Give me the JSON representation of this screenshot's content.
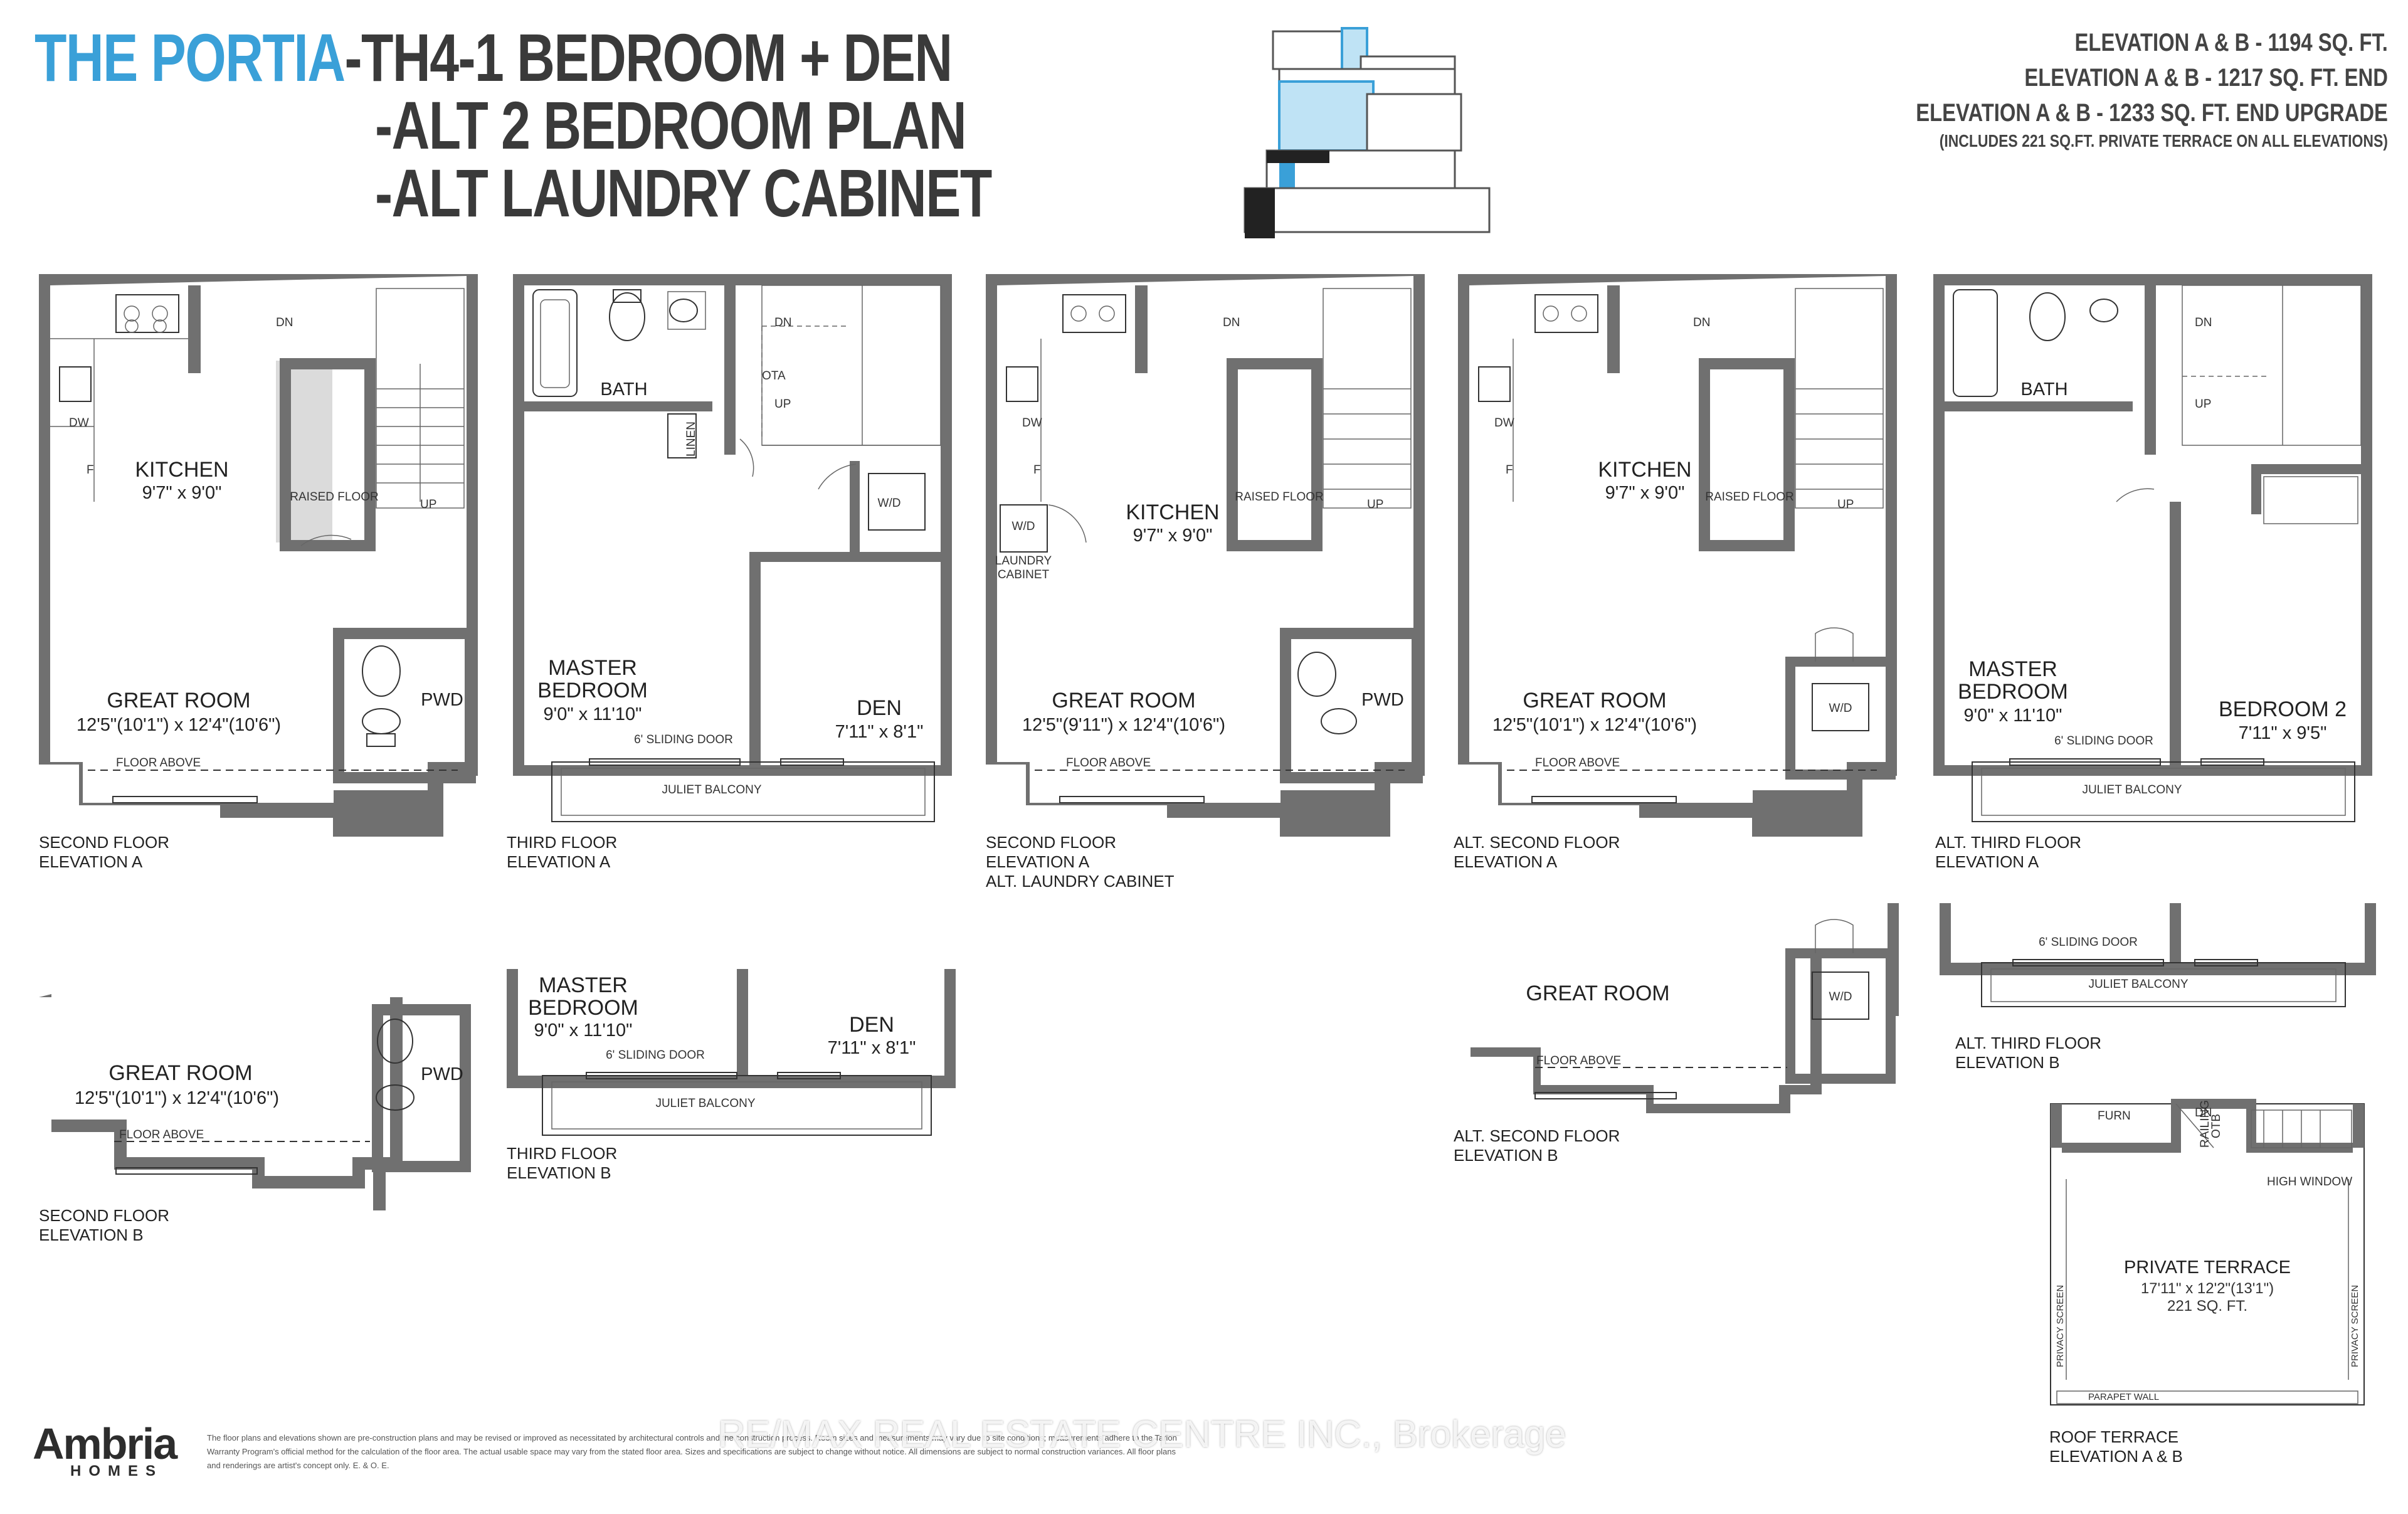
{
  "header": {
    "brand": "THE PORTIA",
    "model": "-TH4-",
    "line1": "1 BEDROOM + DEN",
    "line2": "-ALT 2 BEDROOM PLAN",
    "line3": "-ALT LAUNDRY CABINET"
  },
  "areas": {
    "a": "ELEVATION A & B - 1194 SQ. FT.",
    "b": "ELEVATION A & B - 1217 SQ. FT. END",
    "c": "ELEVATION A & B - 1233 SQ. FT. END UPGRADE",
    "note": "(INCLUDES 221 SQ.FT. PRIVATE TERRACE ON ALL ELEVATIONS)"
  },
  "colors": {
    "brand": "#3aa0d8",
    "wall": "#707070",
    "text": "#222222"
  },
  "plans": {
    "p1": {
      "caption1": "SECOND FLOOR",
      "caption2": "ELEVATION A",
      "kitchen": "KITCHEN",
      "kitchen_dim": "9'7\" x 9'0\"",
      "great": "GREAT ROOM",
      "great_dim": "12'5\"(10'1\") x 12'4\"(10'6\")",
      "pwd": "PWD",
      "raised": "RAISED FLOOR",
      "floor_above": "FLOOR ABOVE",
      "dn": "DN",
      "up": "UP",
      "dw": "DW",
      "f": "F"
    },
    "p2": {
      "caption1": "THIRD FLOOR",
      "caption2": "ELEVATION A",
      "bath": "BATH",
      "linen": "LINEN",
      "wd": "W/D",
      "ota": "OTA",
      "master": "MASTER",
      "bedroom": "BEDROOM",
      "master_dim": "9'0\" x 11'10\"",
      "den": "DEN",
      "den_dim": "7'11\" x 8'1\"",
      "sliding": "6' SLIDING DOOR",
      "juliet": "JULIET BALCONY",
      "dn": "DN",
      "up": "UP"
    },
    "p3": {
      "caption1": "SECOND FLOOR",
      "caption2": "ELEVATION A",
      "caption3": "ALT. LAUNDRY CABINET",
      "kitchen": "KITCHEN",
      "kitchen_dim": "9'7\" x 9'0\"",
      "great": "GREAT ROOM",
      "great_dim": "12'5\"(9'11\") x 12'4\"(10'6\")",
      "pwd": "PWD",
      "raised": "RAISED FLOOR",
      "floor_above": "FLOOR ABOVE",
      "laundry1": "LAUNDRY",
      "laundry2": "CABINET",
      "wd": "W/D",
      "dn": "DN",
      "up": "UP",
      "dw": "DW",
      "f": "F"
    },
    "p4": {
      "caption1": "ALT. SECOND FLOOR",
      "caption2": "ELEVATION A",
      "kitchen": "KITCHEN",
      "kitchen_dim": "9'7\" x 9'0\"",
      "great": "GREAT ROOM",
      "great_dim": "12'5\"(10'1\") x 12'4\"(10'6\")",
      "raised": "RAISED FLOOR",
      "floor_above": "FLOOR ABOVE",
      "wd": "W/D",
      "dn": "DN",
      "up": "UP",
      "dw": "DW",
      "f": "F"
    },
    "p5": {
      "caption1": "ALT. THIRD FLOOR",
      "caption2": "ELEVATION A",
      "bath": "BATH",
      "master": "MASTER",
      "bedroom": "BEDROOM",
      "master_dim": "9'0\" x 11'10\"",
      "bedroom2": "BEDROOM 2",
      "bedroom2_dim": "7'11\" x 9'5\"",
      "sliding": "6' SLIDING DOOR",
      "juliet": "JULIET BALCONY",
      "dn": "DN",
      "up": "UP"
    },
    "p6": {
      "caption1": "SECOND FLOOR",
      "caption2": "ELEVATION B",
      "great": "GREAT ROOM",
      "great_dim": "12'5\"(10'1\") x 12'4\"(10'6\")",
      "pwd": "PWD",
      "floor_above": "FLOOR ABOVE"
    },
    "p7": {
      "caption1": "THIRD FLOOR",
      "caption2": "ELEVATION B",
      "master": "MASTER",
      "bedroom": "BEDROOM",
      "master_dim": "9'0\" x 11'10\"",
      "den": "DEN",
      "den_dim": "7'11\" x 8'1\"",
      "sliding": "6' SLIDING DOOR",
      "juliet": "JULIET BALCONY"
    },
    "p8": {
      "caption1": "ALT. SECOND FLOOR",
      "caption2": "ELEVATION B",
      "great": "GREAT ROOM",
      "floor_above": "FLOOR ABOVE",
      "wd": "W/D"
    },
    "p9": {
      "caption1": "ALT. THIRD FLOOR",
      "caption2": "ELEVATION B",
      "sliding": "6' SLIDING DOOR",
      "juliet": "JULIET BALCONY"
    },
    "p10": {
      "caption1": "ROOF TERRACE",
      "caption2": "ELEVATION A & B",
      "terrace": "PRIVATE TERRACE",
      "terrace_dim": "17'11\" x 12'2\"(13'1\")",
      "terrace_area": "221 SQ. FT.",
      "furn": "FURN",
      "high_window": "HIGH WINDOW",
      "parapet": "PARAPET WALL",
      "privacy": "PRIVACY SCREEN",
      "dn": "DN",
      "railing": "RAILING",
      "otb": "OTB"
    }
  },
  "footer": {
    "logo": "Ambria",
    "logo_sub": "HOMES",
    "disclaimer": "The floor plans and elevations shown are pre-construction plans and may be revised or improved as necessitated by architectural controls and the construction process. Room sizes and measurements may vary due to site conditions; measurements adhere to the Tarion Warranty Program's official method for the calculation of the floor area. The actual usable space may vary from the stated floor area. Sizes and specifications are subject to change without notice. All dimensions are subject to normal construction variances. All floor plans and renderings are artist's concept only. E. & O. E.",
    "watermark": "RE/MAX REAL ESTATE CENTRE INC., Brokerage"
  }
}
